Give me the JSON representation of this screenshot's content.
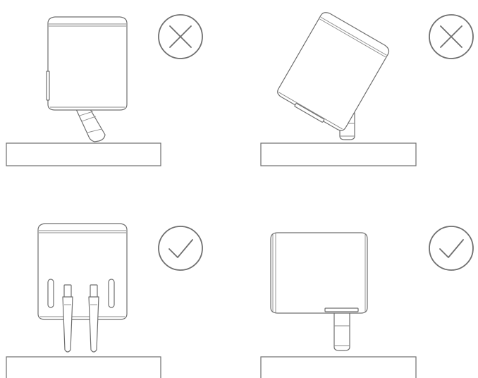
{
  "panels": [
    {
      "id": "tilted-prong",
      "verdict": "incorrect",
      "badge_icon": "x-circle-icon"
    },
    {
      "id": "tilted-body",
      "verdict": "incorrect",
      "badge_icon": "x-circle-icon"
    },
    {
      "id": "upright-front",
      "verdict": "correct",
      "badge_icon": "check-circle-icon"
    },
    {
      "id": "upright-side",
      "verdict": "correct",
      "badge_icon": "check-circle-icon"
    }
  ],
  "colors": {
    "stroke": "#6f6f6f",
    "background": "#ffffff"
  }
}
